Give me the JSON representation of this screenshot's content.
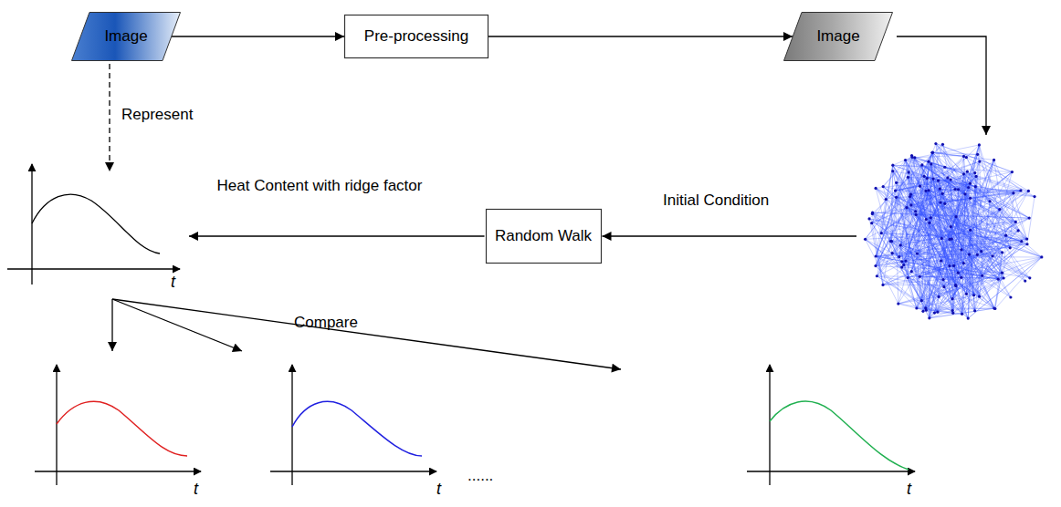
{
  "diagram": {
    "nodes": [
      {
        "text": [
          "Image"
        ]
      },
      {
        "text": [
          "Pre-processing"
        ]
      },
      {
        "text": [
          "Image"
        ]
      },
      {
        "text": [
          "Random Walk"
        ]
      }
    ],
    "edges": [
      {
        "from": 0,
        "to": 1,
        "arrow": "to"
      },
      {
        "from": 1,
        "to": 2,
        "arrow": "to"
      }
    ],
    "labels": [
      "Represent",
      "Heat Content with ridge factor",
      "Initial Condition",
      "t",
      "Compare",
      "t",
      "t",
      "......",
      "t"
    ]
  }
}
